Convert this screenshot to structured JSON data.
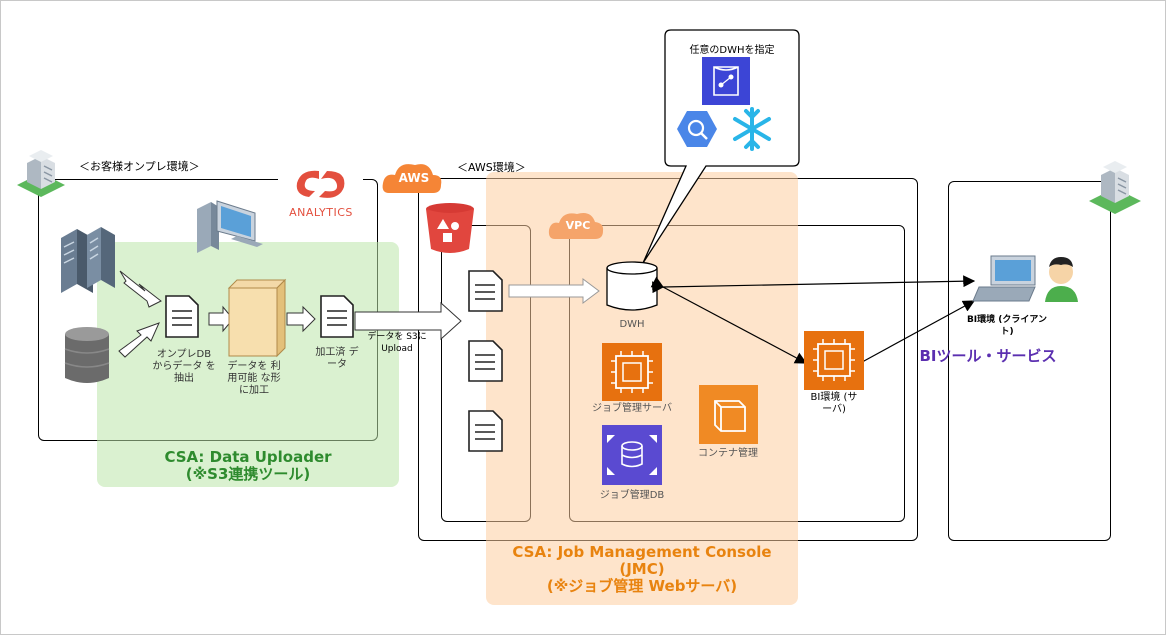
{
  "diagram": {
    "onprem": {
      "env_label": "＜お客様オンプレ環境＞",
      "extract_label": "オンプレDB からデータ を抽出",
      "process_label": "データを 利用可能 な形に加工",
      "processed_label": "加工済 データ",
      "analytics_logo": "ANALYTICS"
    },
    "uploader": {
      "title_line1": "CSA: Data Uploader",
      "title_line2": "(※S3連携ツール)"
    },
    "upload_arrow_label": "データを S3にUpload",
    "aws": {
      "badge": "AWS",
      "env_label": "＜AWS環境＞",
      "vpc_badge": "VPC",
      "dwh_label": "DWH",
      "job_server_label": "ジョブ管理サーバ",
      "job_db_label": "ジョブ管理DB",
      "container_label": "コンテナ管理",
      "bi_server_label": "BI環境 (サーバ)"
    },
    "callout": {
      "title": "任意のDWHを指定"
    },
    "jmc": {
      "title_line1": "CSA: Job Management Console",
      "title_line2": "(JMC)",
      "title_line3": "(※ジョブ管理 Webサーバ)"
    },
    "bi": {
      "client_label": "BI環境 (クライアント)",
      "service_label": "BIツール・サービス"
    },
    "colors": {
      "green_overlay": "#bce6aa",
      "green_text": "#2e8b2e",
      "orange_overlay": "#fdcda0",
      "orange_text": "#e8830f",
      "bi_text": "#5b2fb0",
      "aws_orange": "#f58536",
      "ec2_orange": "#e7710f",
      "rds_purple": "#5a4ad1"
    }
  }
}
